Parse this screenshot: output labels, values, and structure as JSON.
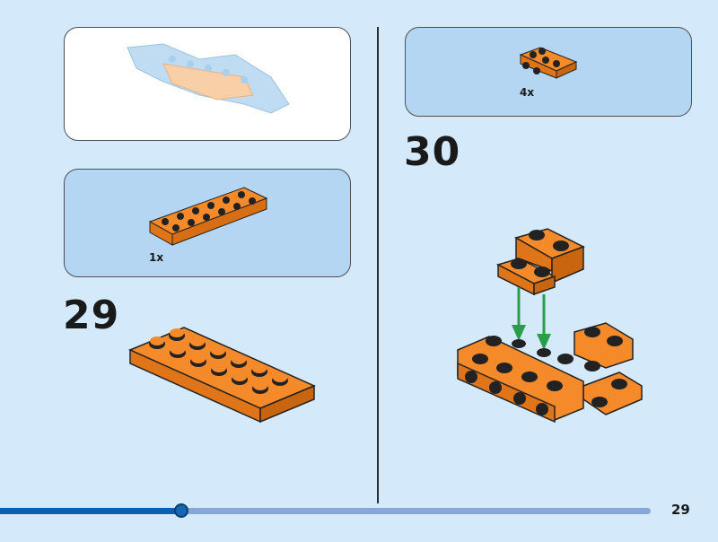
{
  "left_column": {
    "parts_list": {
      "quantity": "1x"
    },
    "step_number": "29"
  },
  "right_column": {
    "parts_list": {
      "quantity": "4x"
    },
    "step_number": "30"
  },
  "footer": {
    "page_number": "29",
    "progress_percent": 28
  },
  "colors": {
    "background": "#d4eafb",
    "brick_orange": "#f58a2a",
    "arrow_green": "#2a9d4a",
    "progress_fill": "#0b5fae",
    "progress_track": "#86a8d8"
  }
}
